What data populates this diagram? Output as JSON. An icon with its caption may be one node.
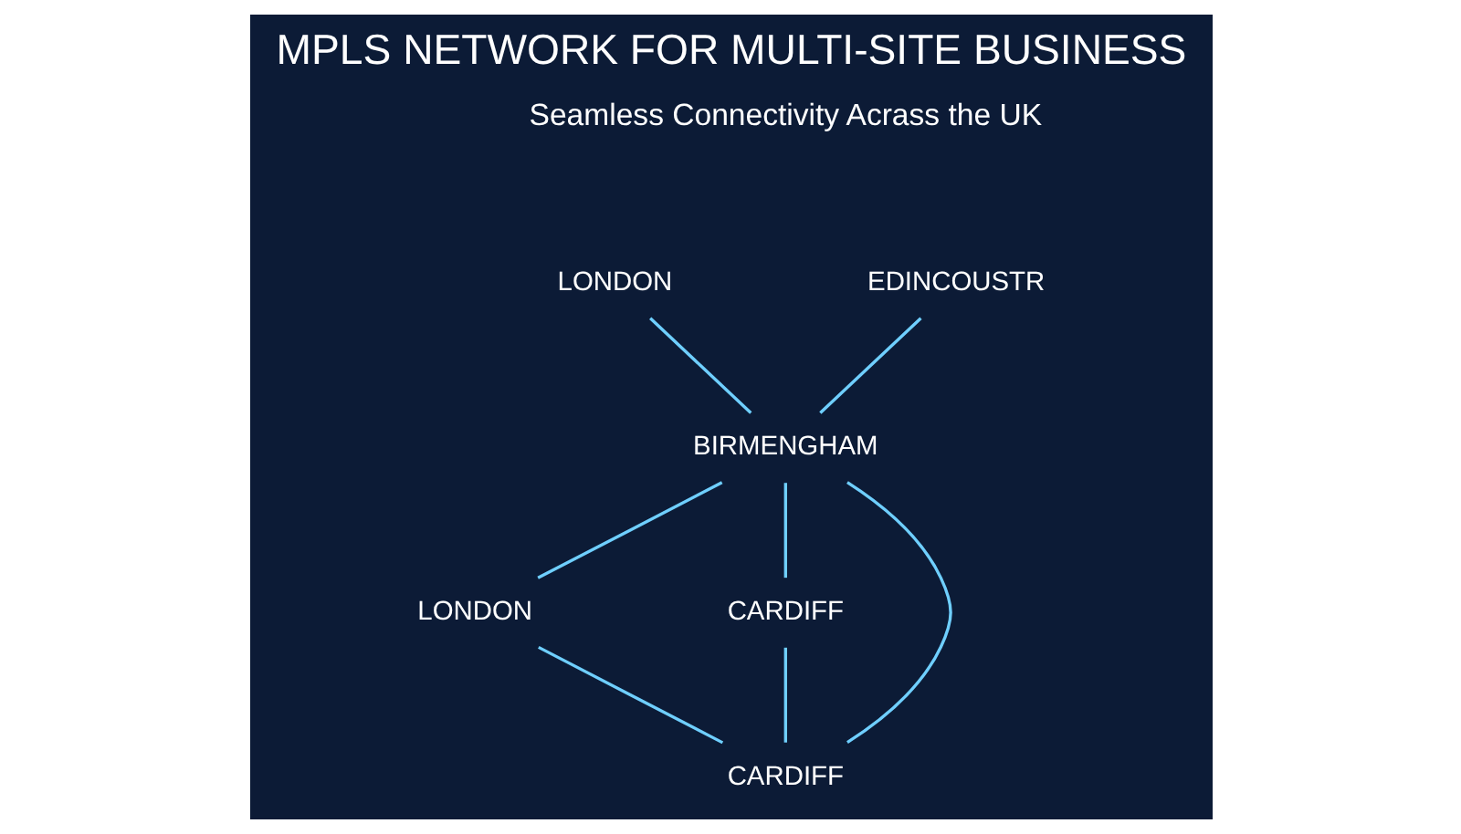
{
  "diagram": {
    "title": "MPLS NETWORK FOR MULTI-SITE BUSINESS",
    "nodes": [
      {
        "text": [
          "LONDON"
        ]
      },
      {
        "text": [
          "EDINCOUSTR"
        ]
      },
      {
        "text": [
          "BIRMENGHAM"
        ]
      },
      {
        "text": [
          "LONDON"
        ]
      },
      {
        "text": [
          "CARDIFF"
        ]
      },
      {
        "text": [
          "CARDIFF"
        ]
      }
    ],
    "edges": [
      {
        "from": 0,
        "to": 2,
        "arrow": "none"
      },
      {
        "from": 1,
        "to": 2,
        "arrow": "none"
      },
      {
        "from": 2,
        "to": 3,
        "arrow": "none"
      },
      {
        "from": 2,
        "to": 4,
        "arrow": "none"
      },
      {
        "from": 2,
        "to": 5,
        "arrow": "none"
      },
      {
        "from": 3,
        "to": 5,
        "arrow": "none"
      },
      {
        "from": 4,
        "to": 5,
        "arrow": "none"
      }
    ],
    "labels": [
      "Seamless Connectivity Acrass the UK"
    ]
  }
}
